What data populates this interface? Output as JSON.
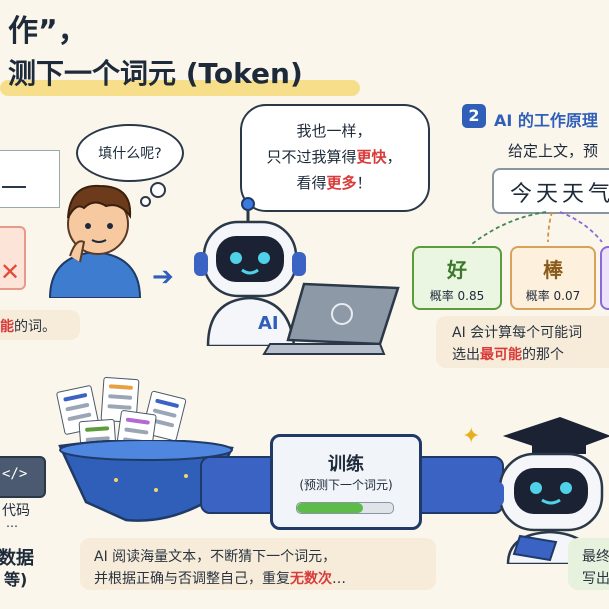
{
  "title": {
    "line1": "作”，",
    "line2": "测下一个词元 (Token)"
  },
  "left_top": {
    "answer_label": "能的词。"
  },
  "human_thought": "填什么呢?",
  "robot_speech": {
    "line1": "我也一样，",
    "line2_prefix": "只不过我算得",
    "line2_hl": "更快",
    "line2_suffix": "，",
    "line3_prefix": "看得",
    "line3_hl": "更多",
    "line3_suffix": "！"
  },
  "robot_screen_label": "AI",
  "section2": {
    "num": "2",
    "heading": "AI 的工作原理",
    "subheading": "给定上文，预",
    "context_text": "今天天气",
    "candidates": [
      {
        "word": "好",
        "prob_label": "概率 0.85"
      },
      {
        "word": "棒",
        "prob_label": "概率 0.07"
      }
    ],
    "note_line1": "AI 会计算每个可能词",
    "note_line2_prefix": "选出",
    "note_line2_hl": "最可能",
    "note_line2_suffix": "的那个"
  },
  "training": {
    "label": "训练",
    "sublabel": "(预测下一个词元)",
    "note_line1": "AI 阅读海量文本，不断猜下一个词元，",
    "note_line2_prefix": "并根据正确与否调整自己，重复",
    "note_line2_hl": "无数次",
    "note_line2_suffix": "…"
  },
  "bottom_left": {
    "code_icon": "</>",
    "code_label": "代码",
    "dots": "…",
    "data_label": "数据",
    "etc_label": "等)"
  },
  "bottom_right": {
    "line1": "最终",
    "line2": "写出"
  },
  "colors": {
    "accent_red": "#d93a3a",
    "highlight_yellow": "#f6d56a",
    "green_card": "#5d9b3c",
    "blue_pipe": "#3b63c4",
    "navy_text": "#1d2a3a"
  }
}
